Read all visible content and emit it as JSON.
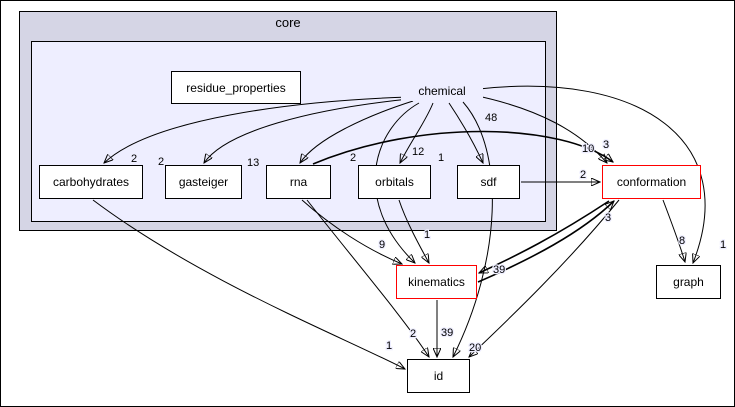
{
  "diagram": {
    "cluster_core_label": "core",
    "current_dir_label": "chemical",
    "nodes": [
      {
        "id": "residue_properties",
        "label": "residue_properties",
        "type": "normal"
      },
      {
        "id": "carbohydrates",
        "label": "carbohydrates",
        "type": "normal"
      },
      {
        "id": "gasteiger",
        "label": "gasteiger",
        "type": "normal"
      },
      {
        "id": "rna",
        "label": "rna",
        "type": "normal"
      },
      {
        "id": "orbitals",
        "label": "orbitals",
        "type": "normal"
      },
      {
        "id": "sdf",
        "label": "sdf",
        "type": "normal"
      },
      {
        "id": "conformation",
        "label": "conformation",
        "type": "highlight"
      },
      {
        "id": "kinematics",
        "label": "kinematics",
        "type": "highlight"
      },
      {
        "id": "graph",
        "label": "graph",
        "type": "normal"
      },
      {
        "id": "id",
        "label": "id",
        "type": "normal"
      }
    ],
    "edges": [
      {
        "from": "chemical",
        "to": "carbohydrates",
        "label": "2"
      },
      {
        "from": "chemical",
        "to": "gasteiger",
        "label": "2"
      },
      {
        "from": "chemical",
        "to": "rna",
        "label": "13"
      },
      {
        "from": "chemical",
        "to": "kinematics",
        "label": "2"
      },
      {
        "from": "chemical",
        "to": "orbitals",
        "label": "12"
      },
      {
        "from": "chemical",
        "to": "sdf",
        "label": "1"
      },
      {
        "from": "chemical",
        "to": "conformation",
        "label": "10"
      },
      {
        "from": "rna",
        "to": "conformation",
        "label": "3"
      },
      {
        "from": "chemical",
        "to": "graph",
        "label": "1"
      },
      {
        "from": "chemical",
        "to": "id",
        "label": "48"
      },
      {
        "from": "sdf",
        "to": "conformation",
        "label": "2"
      },
      {
        "from": "carbohydrates",
        "to": "id",
        "label": "1"
      },
      {
        "from": "rna",
        "to": "kinematics",
        "label": "9"
      },
      {
        "from": "rna",
        "to": "id",
        "label": "2"
      },
      {
        "from": "orbitals",
        "to": "kinematics",
        "label": "1"
      },
      {
        "from": "kinematics",
        "to": "id",
        "label": "39"
      },
      {
        "from": "kinematics",
        "to": "conformation",
        "label": "3"
      },
      {
        "from": "conformation",
        "to": "kinematics",
        "label": "39"
      },
      {
        "from": "conformation",
        "to": "graph",
        "label": "8"
      },
      {
        "from": "conformation",
        "to": "id",
        "label": "20"
      }
    ],
    "colors": {
      "cluster_outer_fill": "#d5d5e5",
      "cluster_inner_fill": "#eeeeff",
      "node_fill": "#ffffff",
      "node_border": "#000000",
      "highlight_border": "#ff0000",
      "edge": "#000000"
    }
  }
}
